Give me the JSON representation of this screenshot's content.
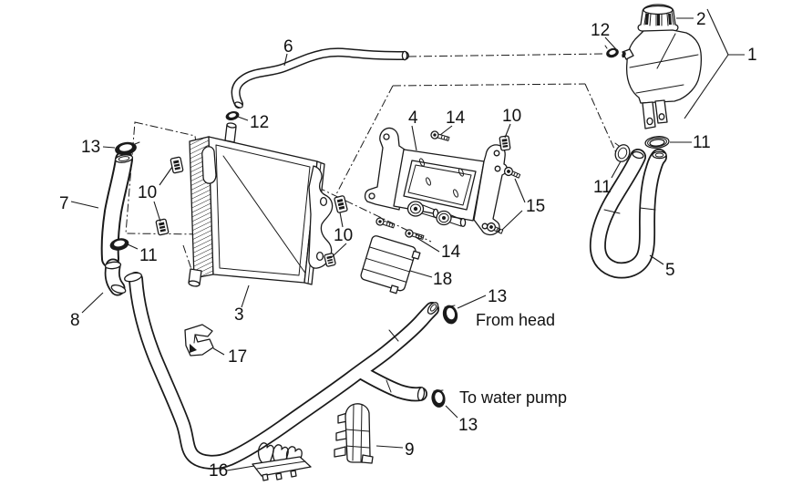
{
  "figure": {
    "type": "exploded-parts-diagram",
    "subject": "cooling system (radiator, expansion tank, hoses)",
    "background": "#ffffff",
    "line_color": "#1a1a1a"
  },
  "annotations": {
    "from_head": "From head",
    "to_water_pump": "To water pump"
  },
  "callouts": [
    {
      "part": "12",
      "target": "expansion-tank-hose-clamp"
    },
    {
      "part": "2",
      "target": "filler-cap"
    },
    {
      "part": "1",
      "target": "expansion-tank"
    },
    {
      "part": "6",
      "target": "overflow-hose"
    },
    {
      "part": "12",
      "target": "radiator-inlet-clamp"
    },
    {
      "part": "4",
      "target": "mounting-bracket"
    },
    {
      "part": "14",
      "target": "bracket-screw-upper"
    },
    {
      "part": "10",
      "target": "clip-upper-right"
    },
    {
      "part": "13",
      "target": "left-hose-clamp"
    },
    {
      "part": "11",
      "target": "tank-seal-ring"
    },
    {
      "part": "7",
      "target": "left-hose"
    },
    {
      "part": "11",
      "target": "right-hose-clamp"
    },
    {
      "part": "10",
      "target": "left-clips"
    },
    {
      "part": "15",
      "target": "bracket-screws-right"
    },
    {
      "part": "10",
      "target": "center-clips"
    },
    {
      "part": "14",
      "target": "bracket-screws-lower"
    },
    {
      "part": "11",
      "target": "left-lower-clamp"
    },
    {
      "part": "5",
      "target": "right-hose"
    },
    {
      "part": "18",
      "target": "rubber-spacer"
    },
    {
      "part": "3",
      "target": "radiator"
    },
    {
      "part": "8",
      "target": "elbow-hose"
    },
    {
      "part": "13",
      "target": "from-head-clamp"
    },
    {
      "part": "17",
      "target": "retaining-clip"
    },
    {
      "part": "13",
      "target": "to-pump-clamp"
    },
    {
      "part": "9",
      "target": "hose-holder"
    },
    {
      "part": "16",
      "target": "hose-guide-bracket"
    }
  ]
}
